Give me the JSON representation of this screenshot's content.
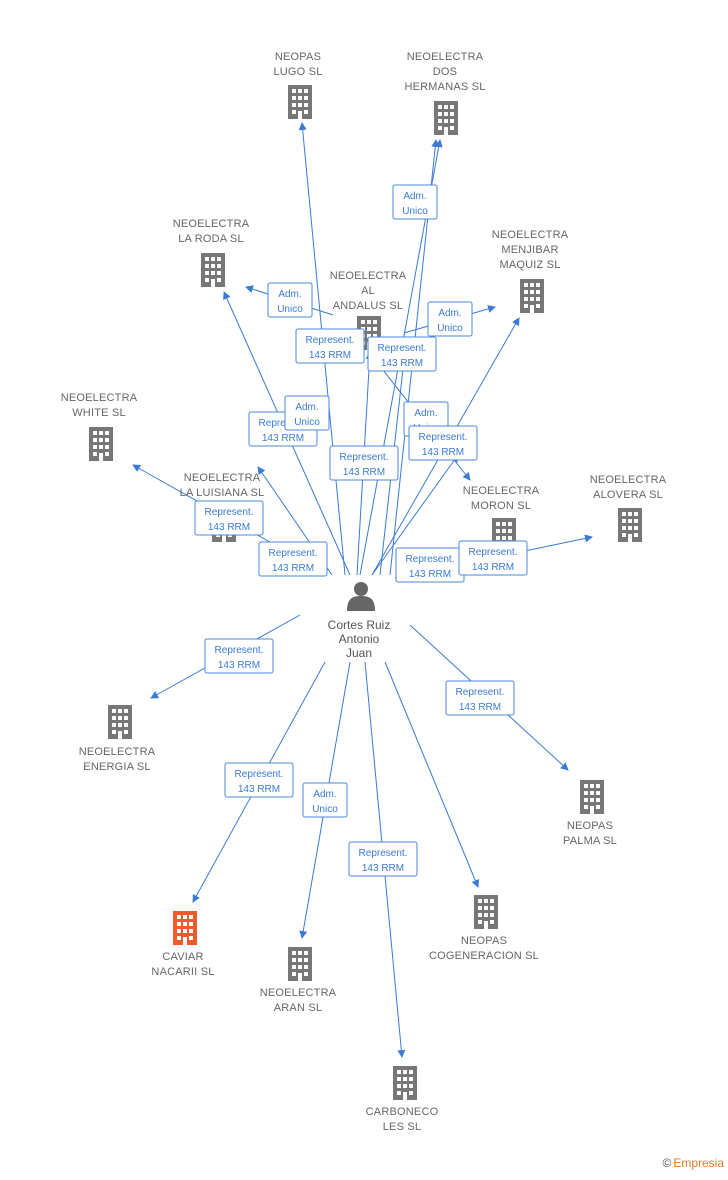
{
  "colors": {
    "edge": "#3a7bd5",
    "node_gray": "#777777",
    "node_highlight": "#f05a2a",
    "text": "#666666"
  },
  "center": {
    "name_lines": [
      "Cortes Ruiz",
      "Antonio",
      "Juan"
    ],
    "icon": "person-icon"
  },
  "nodes": [
    {
      "id": "neopas-lugo",
      "lines": [
        "NEOPAS",
        "LUGO SL"
      ],
      "icon": "building-icon"
    },
    {
      "id": "neoelectra-dos-hermanas",
      "lines": [
        "NEOELECTRA",
        "DOS",
        "HERMANAS SL"
      ],
      "icon": "building-icon"
    },
    {
      "id": "neoelectra-la-roda",
      "lines": [
        "NEOELECTRA",
        "LA RODA SL"
      ],
      "icon": "building-icon"
    },
    {
      "id": "neoelectra-al-andalus",
      "lines": [
        "NEOELECTRA",
        "AL",
        "ANDALUS SL"
      ],
      "icon": "building-icon"
    },
    {
      "id": "neoelectra-menjibar",
      "lines": [
        "NEOELECTRA",
        "MENJIBAR",
        "MAQUIZ SL"
      ],
      "icon": "building-icon"
    },
    {
      "id": "neoelectra-white",
      "lines": [
        "NEOELECTRA",
        "WHITE SL"
      ],
      "icon": "building-icon"
    },
    {
      "id": "neoelectra-la-luisiana",
      "lines": [
        "NEOELECTRA",
        "LA LUISIANA SL"
      ],
      "icon": "building-icon"
    },
    {
      "id": "neoelectra-moron",
      "lines": [
        "NEOELECTRA",
        "MORON SL"
      ],
      "icon": "building-icon"
    },
    {
      "id": "neoelectra-alovera",
      "lines": [
        "NEOELECTRA",
        "ALOVERA SL"
      ],
      "icon": "building-icon"
    },
    {
      "id": "neoelectra-energia",
      "lines": [
        "NEOELECTRA",
        "ENERGIA  SL"
      ],
      "icon": "building-icon"
    },
    {
      "id": "neopas-palma",
      "lines": [
        "NEOPAS",
        "PALMA SL"
      ],
      "icon": "building-icon"
    },
    {
      "id": "caviar-nacarii",
      "lines": [
        "CAVIAR",
        "NACARII SL"
      ],
      "icon": "building-icon",
      "highlight": true
    },
    {
      "id": "neoelectra-aran",
      "lines": [
        "NEOELECTRA",
        "ARAN SL"
      ],
      "icon": "building-icon"
    },
    {
      "id": "neopas-cogeneracion",
      "lines": [
        "NEOPAS",
        "COGENERACION SL"
      ],
      "icon": "building-icon"
    },
    {
      "id": "carboneco-les",
      "lines": [
        "CARBONECO",
        "LES SL"
      ],
      "icon": "building-icon"
    }
  ],
  "edge_labels": [
    {
      "lines": [
        "Adm.",
        "Unico"
      ]
    },
    {
      "lines": [
        "Adm.",
        "Unico"
      ]
    },
    {
      "lines": [
        "Adm.",
        "Unico"
      ]
    },
    {
      "lines": [
        "Represent.",
        "143 RRM"
      ]
    },
    {
      "lines": [
        "Represent.",
        "143 RRM"
      ]
    },
    {
      "lines": [
        "Represent.",
        "143 RRM"
      ]
    },
    {
      "lines": [
        "Adm.",
        "Unico"
      ]
    },
    {
      "lines": [
        "Represent.",
        "143 RRM"
      ]
    },
    {
      "lines": [
        "Adm.",
        "Unico"
      ]
    },
    {
      "lines": [
        "Represent.",
        "143 RRM"
      ]
    },
    {
      "lines": [
        "Represent.",
        "143 RRM"
      ]
    },
    {
      "lines": [
        "Represent.",
        "143 RRM"
      ]
    },
    {
      "lines": [
        "Represent.",
        "143 RRM"
      ]
    },
    {
      "lines": [
        "Represent.",
        "143 RRM"
      ]
    },
    {
      "lines": [
        "Represent.",
        "143 RRM"
      ]
    },
    {
      "lines": [
        "Represent.",
        "143 RRM"
      ]
    },
    {
      "lines": [
        "Represent.",
        "143 RRM"
      ]
    },
    {
      "lines": [
        "Adm.",
        "Unico"
      ]
    },
    {
      "lines": [
        "Represent.",
        "143 RRM"
      ]
    }
  ],
  "footer": {
    "copyright": "©",
    "brand": "Empresia"
  }
}
